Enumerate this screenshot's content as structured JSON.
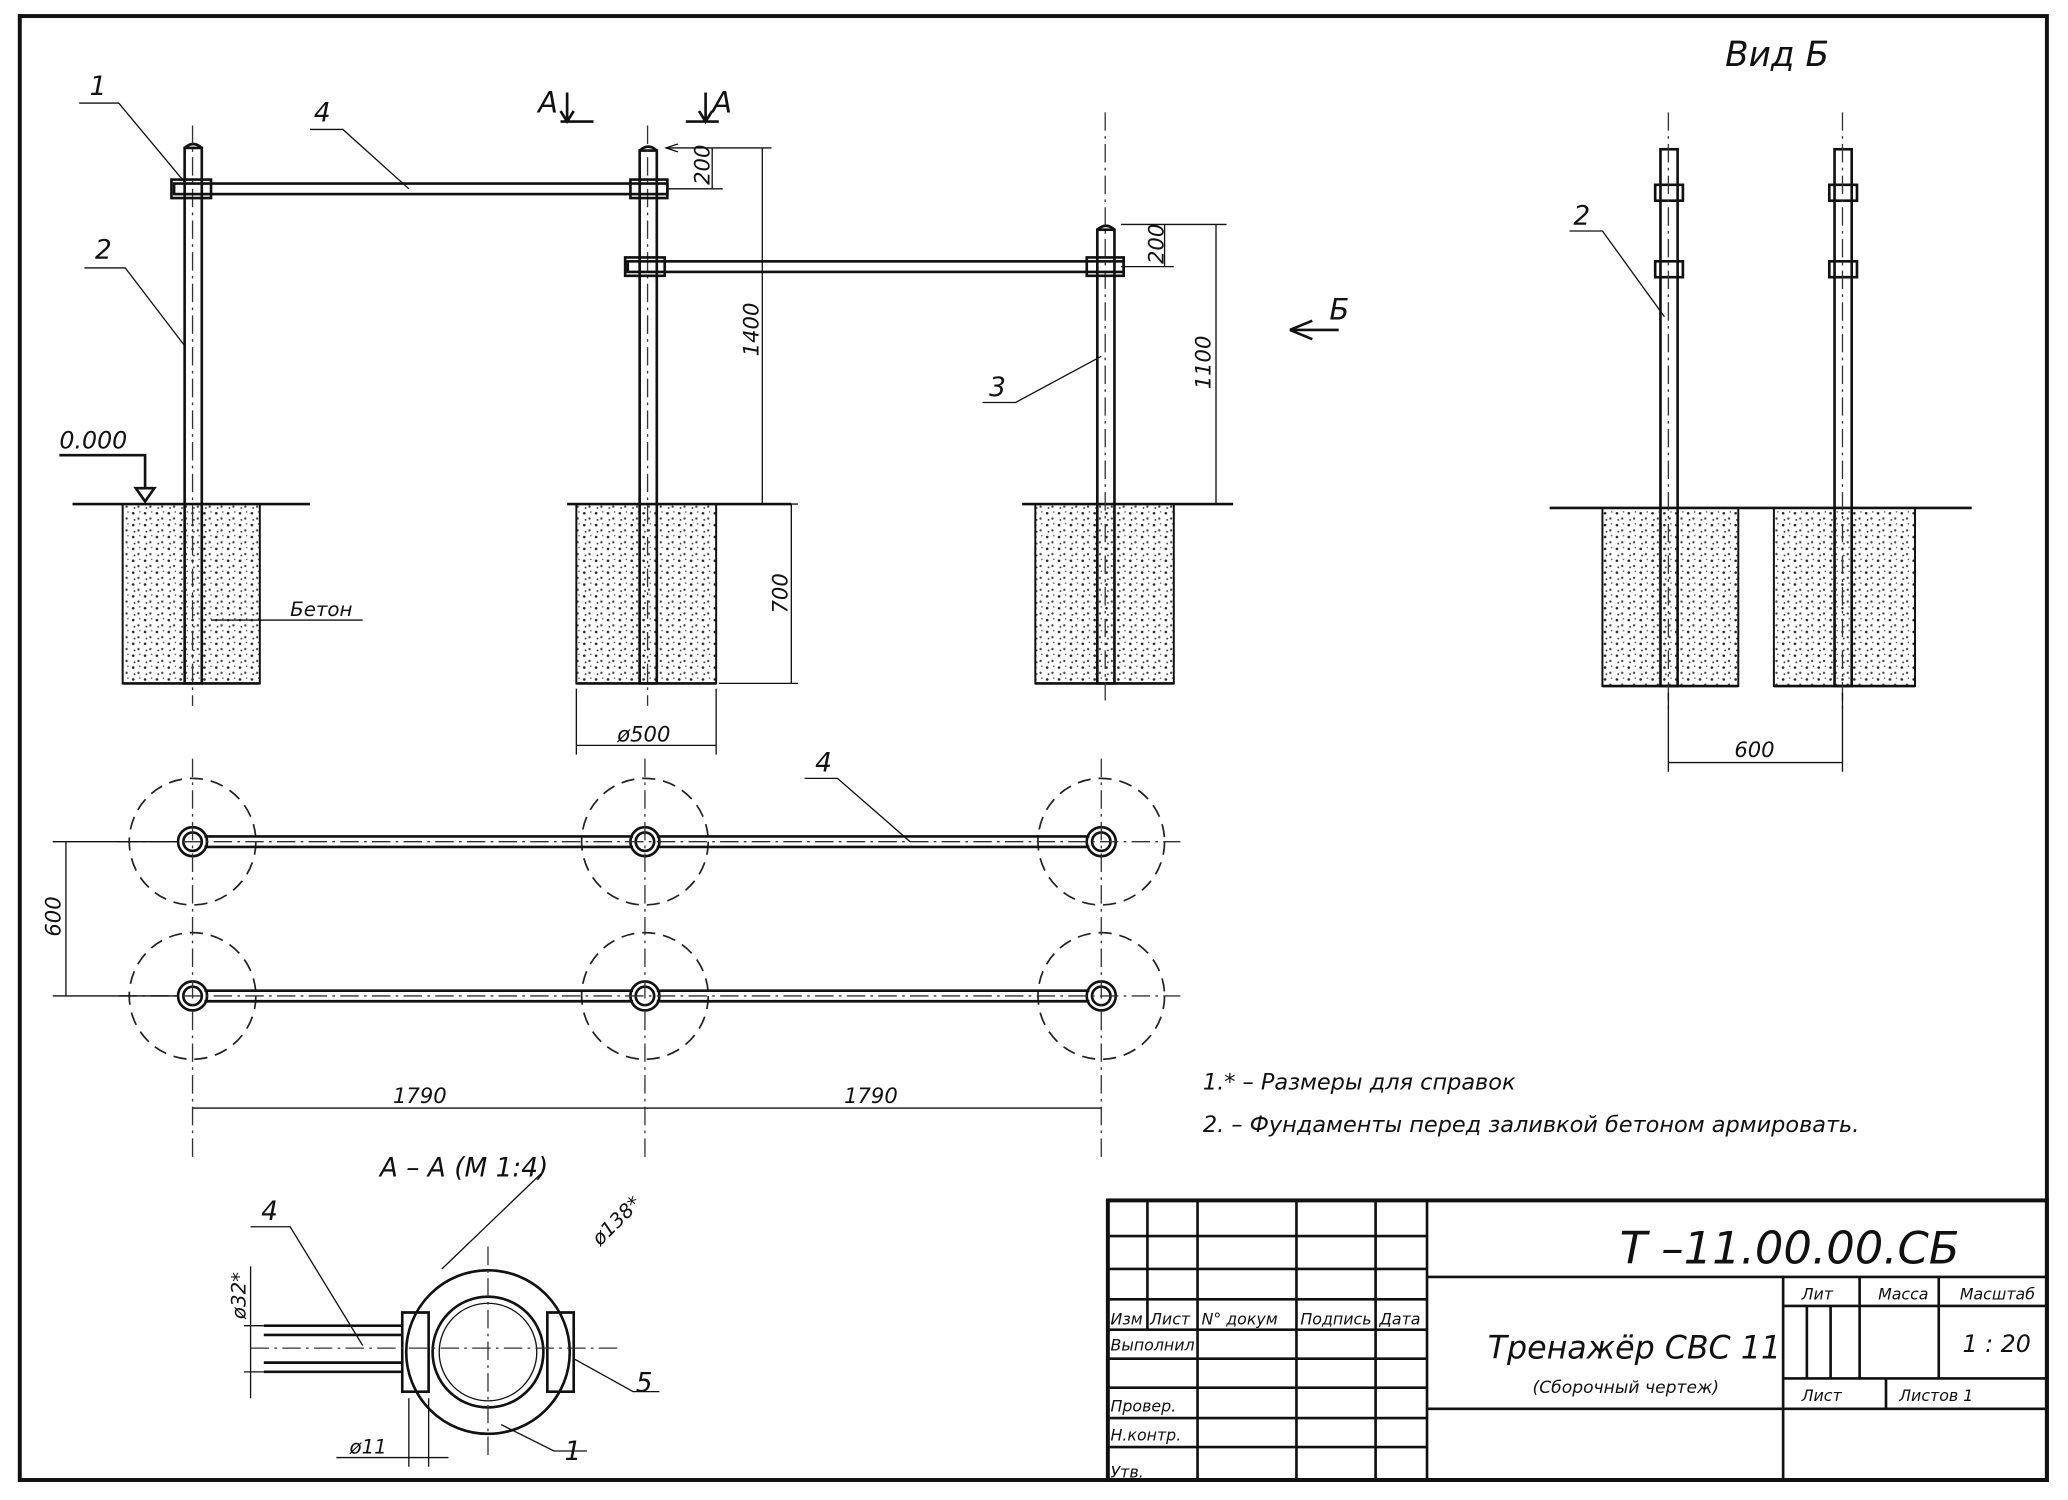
{
  "drawing": {
    "view_b_title": "Вид Б",
    "view_b_arrow": "Б",
    "section_mark": "А",
    "section_title": "А – А (М 1:4)",
    "level": "0.000",
    "concrete_label": "Бетон",
    "callouts": {
      "p1": "1",
      "p2": "2",
      "p3": "3",
      "p4": "4",
      "p5": "5"
    },
    "dims": {
      "d200a": "200",
      "d200b": "200",
      "d1400": "1400",
      "d1100": "1100",
      "d700": "700",
      "d500": "ø500",
      "d600_side": "600",
      "d600_plan": "600",
      "d1790a": "1790",
      "d1790b": "1790",
      "d32": "ø32*",
      "d138": "ø138*",
      "d11": "ø11"
    }
  },
  "notes": [
    "1.* – Размеры для справок",
    "2. – Фундаменты перед заливкой бетоном армировать."
  ],
  "title_block": {
    "code": "Т –11.00.00.СБ",
    "name": "Тренажёр СВС 11",
    "subtitle": "(Сборочный чертеж)",
    "headers": {
      "izm": "Изм",
      "list": "Лист",
      "doc": "N° докум",
      "sign": "Подпись",
      "date": "Дата"
    },
    "roles": {
      "done": "Выполнил",
      "check": "Провер.",
      "nkontr": "Н.контр.",
      "utv": "Утв."
    },
    "lit": "Лит",
    "mass": "Масса",
    "scale_label": "Масштаб",
    "scale": "1 : 20",
    "sheet": "Лист",
    "sheets": "Листов 1"
  }
}
